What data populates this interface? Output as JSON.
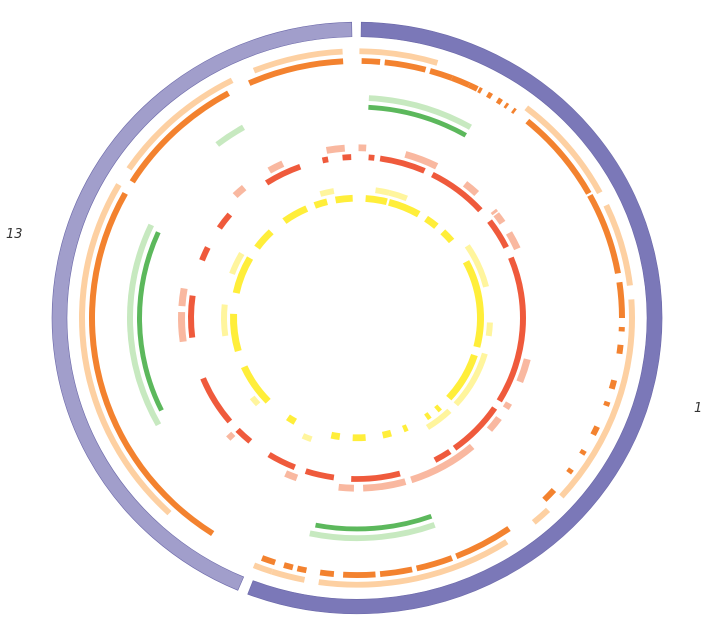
{
  "colors": {
    "ideogram_chr1": "#7b78b8",
    "ideogram_chr13": "#a19ecb",
    "orange_light": "#fdd0a2",
    "orange": "#f3822f",
    "green_light": "#c7e9c0",
    "green": "#5cb85c",
    "red_light": "#f9b8a0",
    "red": "#ef5a3c",
    "yellow_light": "#fff59d",
    "yellow": "#ffee3a"
  },
  "ideograms": [
    {
      "label": "1",
      "start_deg": 0.8,
      "end_deg": 201,
      "color_key": "ideogram_chr1"
    },
    {
      "label": "13",
      "start_deg": 203,
      "end_deg": 359,
      "color_key": "ideogram_chr13"
    }
  ],
  "tracks": [
    {
      "name": "orange-outer-light",
      "color_key": "orange_light",
      "segments": [
        [
          0.5,
          17
        ],
        [
          38,
          62
        ],
        [
          65,
          83
        ],
        [
          86,
          132
        ],
        [
          136,
          140
        ],
        [
          147,
          188
        ],
        [
          191,
          198
        ],
        [
          198,
          202
        ],
        [
          223,
          300
        ],
        [
          304,
          333
        ],
        [
          338,
          357
        ]
      ]
    },
    {
      "name": "orange-outer",
      "color_key": "orange",
      "segments": [
        [
          1,
          5
        ],
        [
          6,
          15
        ],
        [
          16,
          21
        ],
        [
          21,
          25
        ],
        [
          25,
          27
        ],
        [
          27.3,
          28
        ],
        [
          29.5,
          30.5
        ],
        [
          32,
          33
        ],
        [
          34,
          34.6
        ],
        [
          36,
          36.6
        ],
        [
          40,
          61
        ],
        [
          61.5,
          80
        ],
        [
          82,
          90
        ],
        [
          92,
          93
        ],
        [
          96,
          98
        ],
        [
          104,
          106
        ],
        [
          109,
          110
        ],
        [
          115,
          117
        ],
        [
          121,
          122
        ],
        [
          126,
          127
        ],
        [
          132,
          135
        ],
        [
          145,
          158
        ],
        [
          159,
          167
        ],
        [
          168,
          175
        ],
        [
          176,
          183
        ],
        [
          185,
          188
        ],
        [
          191,
          193
        ],
        [
          194,
          196
        ],
        [
          198,
          201
        ],
        [
          213,
          299
        ],
        [
          302,
          331
        ],
        [
          336,
          357
        ]
      ]
    },
    {
      "name": "green-light",
      "color_key": "green_light",
      "segments": [
        [
          3,
          30
        ],
        [
          160,
          192
        ],
        [
          241,
          295
        ],
        [
          322,
          330
        ]
      ]
    },
    {
      "name": "green",
      "color_key": "green",
      "segments": [
        [
          3,
          30
        ],
        [
          160,
          191
        ],
        [
          244,
          294
        ]
      ]
    },
    {
      "name": "red-light",
      "color_key": "red_light",
      "segments": [
        [
          0.5,
          3
        ],
        [
          16,
          27
        ],
        [
          38,
          43
        ],
        [
          51,
          52
        ],
        [
          52.5,
          56
        ],
        [
          60,
          66
        ],
        [
          104,
          112
        ],
        [
          120,
          122
        ],
        [
          126,
          131
        ],
        [
          139,
          162
        ],
        [
          164,
          178
        ],
        [
          181,
          186
        ],
        [
          200,
          204
        ],
        [
          225,
          227
        ],
        [
          262,
          272
        ],
        [
          274,
          280
        ],
        [
          316,
          320
        ],
        [
          330,
          335
        ],
        [
          350,
          356
        ]
      ]
    },
    {
      "name": "red",
      "color_key": "red",
      "segments": [
        [
          4,
          6
        ],
        [
          8,
          24
        ],
        [
          27,
          48
        ],
        [
          53,
          64
        ],
        [
          68,
          121
        ],
        [
          124,
          144
        ],
        [
          146,
          152
        ],
        [
          165,
          182
        ],
        [
          188,
          198
        ],
        [
          202,
          212
        ],
        [
          220,
          226
        ],
        [
          230,
          248
        ],
        [
          263,
          278
        ],
        [
          291,
          296
        ],
        [
          304,
          310
        ],
        [
          327,
          340
        ],
        [
          348,
          350
        ],
        [
          355,
          358
        ]
      ]
    },
    {
      "name": "yellow-light",
      "color_key": "yellow_light",
      "segments": [
        [
          8,
          14
        ],
        [
          14,
          22
        ],
        [
          56,
          76
        ],
        [
          92,
          98
        ],
        [
          106,
          132
        ],
        [
          136,
          148
        ],
        [
          200,
          204
        ],
        [
          228,
          232
        ],
        [
          262,
          276
        ],
        [
          290,
          300
        ],
        [
          344,
          350
        ]
      ]
    },
    {
      "name": "yellow",
      "color_key": "yellow",
      "segments": [
        [
          4,
          14
        ],
        [
          15,
          30
        ],
        [
          34,
          40
        ],
        [
          44,
          50
        ],
        [
          62,
          104
        ],
        [
          108,
          132
        ],
        [
          138,
          140
        ],
        [
          144,
          146
        ],
        [
          156,
          158
        ],
        [
          164,
          168
        ],
        [
          176,
          182
        ],
        [
          188,
          192
        ],
        [
          210,
          214
        ],
        [
          226,
          246
        ],
        [
          254,
          272
        ],
        [
          282,
          300
        ],
        [
          306,
          316
        ],
        [
          324,
          336
        ],
        [
          340,
          346
        ],
        [
          350,
          358
        ]
      ]
    }
  ]
}
